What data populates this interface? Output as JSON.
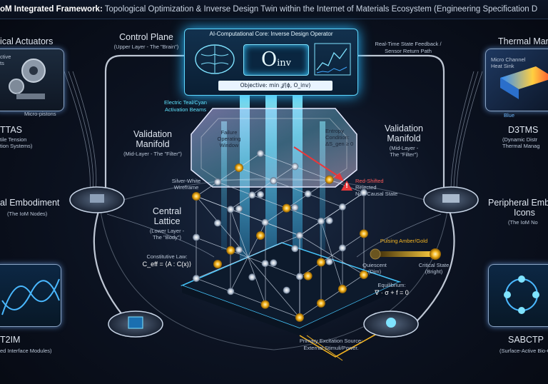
{
  "title": {
    "bold": "oM Integrated Framework:",
    "rest": " Topological Optimization & Inverse Design Twin within the Internet of Materials Ecosystem (Engineering Specification D"
  },
  "core": {
    "heading": "AI-Computational Core: Inverse Design Operator",
    "operator": "O",
    "operator_sub": "inv",
    "objective": "Objective: min 𝒥(ϕ, O_inv)"
  },
  "control_plane": {
    "title": "Control Plane",
    "subtitle": "(Upper Layer - The \"Brain\")"
  },
  "feedback": {
    "line1": "Real-Time State Feedback /",
    "line2": "Sensor Return Path"
  },
  "beams": {
    "line1": "Electric Teal/Cyan",
    "line2": "Activation Beams"
  },
  "validation_left": {
    "title1": "Validation",
    "title2": "Manifold",
    "sub": "(Mid-Layer - The \"Filter\")"
  },
  "validation_right": {
    "title1": "Validation",
    "title2": "Manifold",
    "sub1": "(Mid-Layer -",
    "sub2": "The \"Filter\")"
  },
  "failure": {
    "line1": "Failure",
    "line2": "Operating",
    "line3": "Window"
  },
  "entropy": {
    "line1": "Entropy",
    "line2": "Condition:",
    "line3": "ΔS_gen ≥ 0"
  },
  "red_state": {
    "line1": "Red-Shifted",
    "line2": "Rejected",
    "line3": "Non-Causal State"
  },
  "wireframe": {
    "line1": "Silver-White",
    "line2": "Wireframe"
  },
  "lattice": {
    "title1": "Central",
    "title2": "Lattice",
    "sub1": "(Lower Layer -",
    "sub2": "The \"Body\")"
  },
  "constitutive": {
    "line1": "Constitutive Law:",
    "line2": "C_eff = ⟨A : C(x)⟩"
  },
  "amber": {
    "label": "Pulsing Amber/Gold",
    "quiescent1": "Quiescent",
    "quiescent2": "(Dim)",
    "critical1": "Critical State",
    "critical2": "(Bright)"
  },
  "equilibrium": {
    "line1": "Equilibrium:",
    "line2": "∇ · σ + f = 0"
  },
  "excitation": {
    "line1": "Primary Excitation Source:",
    "line2": "External Stimuli/Power."
  },
  "left_top": {
    "title": "ical Actuators",
    "tag1": "ctive",
    "tag2": "ts",
    "tag3": "Micro-pistons",
    "name": "TTAS",
    "desc1": "tile Tension",
    "desc2": "tion Systems)"
  },
  "left_mid": {
    "title": "al Embodiment",
    "sub": "(The IoM Nodes)"
  },
  "left_bottom": {
    "name": "T2IM",
    "desc": "ed Interface Modules)"
  },
  "right_top": {
    "title": "Thermal Mana",
    "tag1": "Micro Channel",
    "tag2": "Heat Sink",
    "tag3": "Blue",
    "name": "D3TMS",
    "desc1": "(Dynamic Distr",
    "desc2": "Thermal Manag"
  },
  "right_mid": {
    "title1": "Peripheral Emb",
    "title2": "Icons",
    "sub": "(The IoM No"
  },
  "right_bottom": {
    "name": "SABCTP",
    "desc": "(Surface-Active Bio-Ca"
  },
  "colors": {
    "cyan": "#3fd6ff",
    "amber": "#f5b521",
    "red": "#e8383b",
    "background": "#070b14"
  }
}
